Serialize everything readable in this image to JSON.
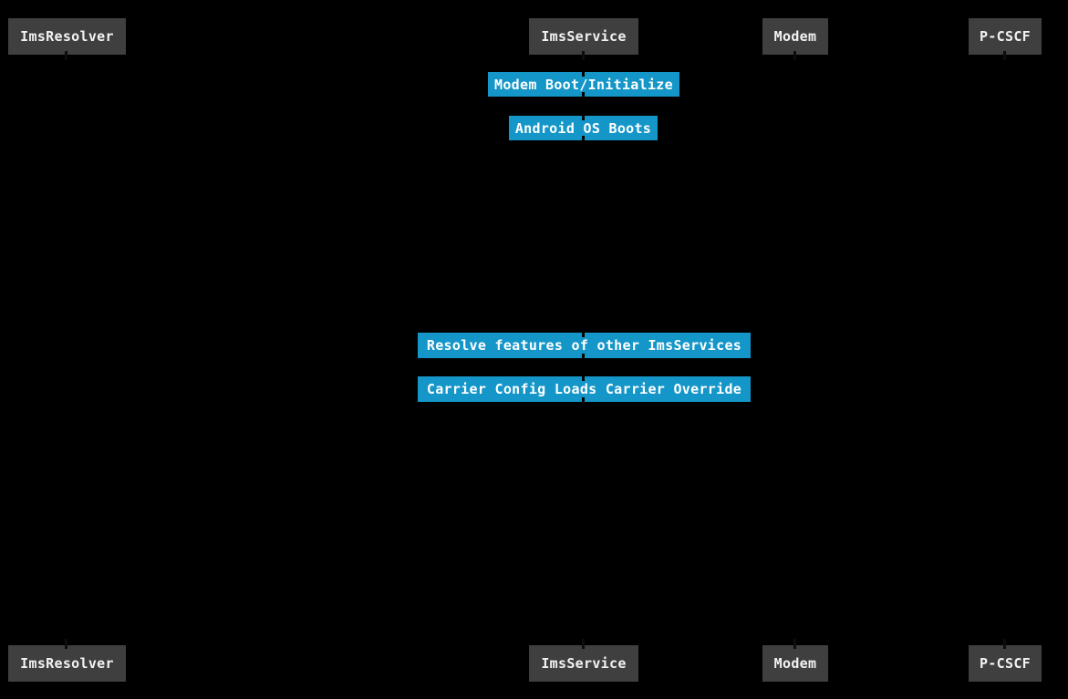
{
  "diagram": {
    "type": "sequence-diagram",
    "colors": {
      "background": "#000000",
      "participant_fill": "#3f3f3f",
      "participant_text": "#f2f2f2",
      "note_fill": "#1496c8",
      "note_text": "#ffffff"
    },
    "participants": [
      {
        "label": "ImsResolver"
      },
      {
        "label": "ImsService"
      },
      {
        "label": "Modem"
      },
      {
        "label": "P-CSCF"
      }
    ],
    "notes": [
      {
        "label": "Modem Boot/Initialize"
      },
      {
        "label": "Android OS Boots"
      },
      {
        "label": "Resolve features of other ImsServices"
      },
      {
        "label": "Carrier Config Loads Carrier Override"
      }
    ]
  }
}
